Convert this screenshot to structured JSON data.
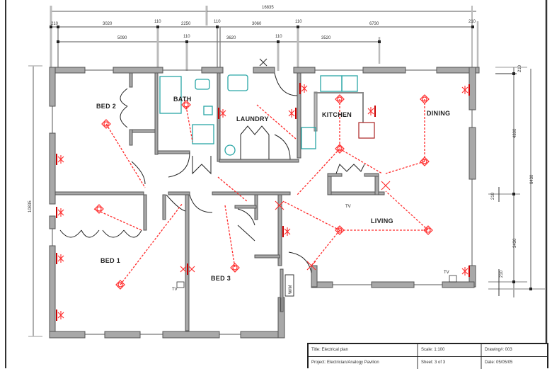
{
  "colors": {
    "wall": "#9a9a9a",
    "wall_edge": "#555555",
    "circuit": "#ff2a2a",
    "fixture": "#2aa6a6",
    "dimension": "#777777"
  },
  "dimensions": {
    "overall_width": "16835",
    "top_row": [
      "210",
      "3020",
      "110",
      "2250",
      "110",
      "3060",
      "110",
      "6730",
      "210"
    ],
    "second_row": [
      "5090",
      "110",
      "3620",
      "110",
      "3520"
    ],
    "left_height": "10835",
    "right_inner": "4800",
    "right_outer": "6430",
    "right_lower": "3430",
    "right_small_top": "210",
    "right_small_mid": "210",
    "right_small_bot": "210"
  },
  "rooms": {
    "bed2": "BED 2",
    "bath": "BATH",
    "laundry": "LAUNDRY",
    "kitchen": "KITCHEN",
    "dining": "DINING",
    "living": "LIVING",
    "bed1": "BED 1",
    "bed3": "BED 3"
  },
  "annotations": {
    "tv_bed3": "TV",
    "tv_living": "TV",
    "tv_living2": "TV",
    "wm": "W/M"
  },
  "title_block": {
    "title": "Title: Electrical plan",
    "scale": "Scale: 1:100",
    "drawing": "Drawing#: 003",
    "project": "Project: Electrician/Analogy Pavilion",
    "sheet": "Sheet: 3 of 3",
    "date": "Date: 05/05/05"
  }
}
